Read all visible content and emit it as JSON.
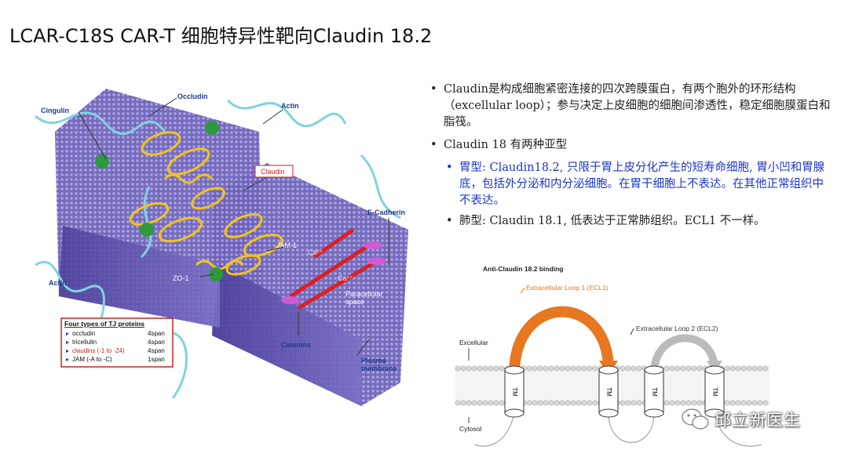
{
  "title": "LCAR-C18S CAR-T 细胞特异性靶向Claudin 18.2",
  "left_figure": {
    "labels": {
      "occludin": "Occludin",
      "cingulin": "Cingulin",
      "actin_top": "Actin",
      "claudin": "Claudin",
      "e_cadherin": "E-Cadherin",
      "jam1": "JAM-1",
      "ca1": "Ca²⁺",
      "ca2": "Ca²⁺",
      "zo1": "ZO-1",
      "actin_left": "Actin",
      "paracellular": "Paracellular\nspace",
      "catenins": "Catenins",
      "plasma": "Plasma\nmembrane"
    },
    "legend": {
      "title": "Four types of TJ proteins",
      "rows": [
        {
          "name": "occludin",
          "span": "4span"
        },
        {
          "name": "tricellulin",
          "span": "4span"
        },
        {
          "name": "claudins (-1 to -24)",
          "span": "4span"
        },
        {
          "name": "JAM (-A to -C)",
          "span": "1span"
        }
      ]
    }
  },
  "bullets": {
    "b1": "Claudin是构成细胞紧密连接的四次跨膜蛋白，有两个胞外的环形结构（excellular loop）；参与决定上皮细胞的细胞间渗透性，稳定细胞膜蛋白和脂筏。",
    "b2": "Claudin 18 有两种亚型",
    "sub1": "胃型: Claudin18.2, 只限于胃上皮分化产生的短寿命细胞, 胃小凹和胃腺底，包括外分泌和内分泌细胞。在胃干细胞上不表达。在其他正常组织中不表达。",
    "sub2": "肺型: Claudin 18.1, 低表达于正常肺组织。ECL1 不一样。",
    "bullet_symbol": "•"
  },
  "right_figure": {
    "binding": "Anti-Claudin 18.2 binding",
    "ecl1": "Extracellular Loop 1 (ECL1)",
    "ecl2": "Extracellular Loop 2 (ECL2)",
    "extracellular": "Excellular",
    "cytosol": "Cytosol",
    "tm": "TM"
  },
  "watermark": "邱立新医生",
  "colors": {
    "accent_orange": "#e87722",
    "blue_text": "#1a35d6",
    "claudin_red": "#cc1b1b",
    "membrane_purple": "#6b63b5"
  }
}
